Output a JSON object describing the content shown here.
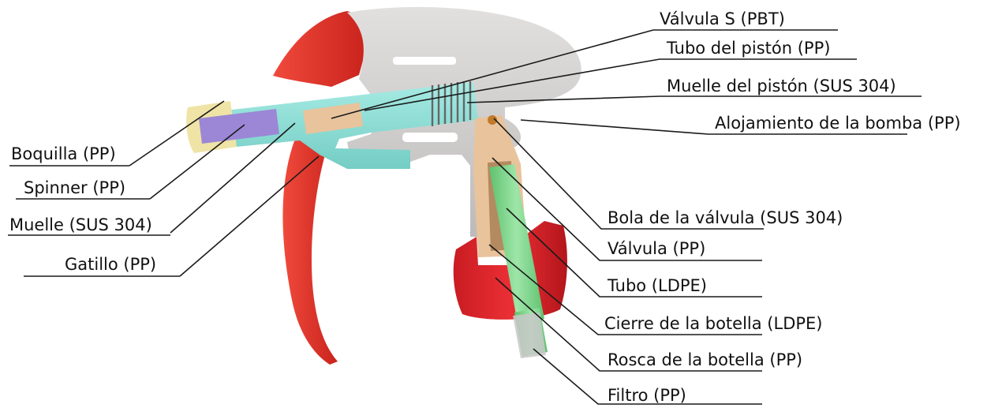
{
  "diagram": {
    "title": "",
    "colors": {
      "housing": "#d4d2d1",
      "trigger": "#e33a2f",
      "piston_tube": "#8fe0d8",
      "nozzle": "#efe3a6",
      "spinner": "#9b87d6",
      "valve": "#e8c39c",
      "dip_tube": "#7ed68e",
      "bottle_cap": "#d8222a",
      "filter": "#c8c8c8",
      "label_text": "#111111",
      "leader_line": "#1a1a1a"
    },
    "labels": [
      {
        "id": "valvula-s",
        "text": "Válvula S (PBT)"
      },
      {
        "id": "tubo-piston",
        "text": "Tubo del pistón (PP)"
      },
      {
        "id": "muelle-piston",
        "text": "Muelle del pistón (SUS 304)"
      },
      {
        "id": "alojamiento",
        "text": "Alojamiento de la bomba (PP)"
      },
      {
        "id": "boquilla",
        "text": "Boquilla (PP)"
      },
      {
        "id": "spinner",
        "text": "Spinner (PP)"
      },
      {
        "id": "muelle",
        "text": "Muelle (SUS 304)"
      },
      {
        "id": "gatillo",
        "text": "Gatillo (PP)"
      },
      {
        "id": "bola-valvula",
        "text": "Bola de la válvula (SUS 304)"
      },
      {
        "id": "valvula",
        "text": "Válvula (PP)"
      },
      {
        "id": "tubo",
        "text": "Tubo (LDPE)"
      },
      {
        "id": "cierre-botella",
        "text": "Cierre de la botella (LDPE)"
      },
      {
        "id": "rosca-botella",
        "text": "Rosca de la botella (PP)"
      },
      {
        "id": "filtro",
        "text": "Filtro (PP)"
      }
    ]
  }
}
